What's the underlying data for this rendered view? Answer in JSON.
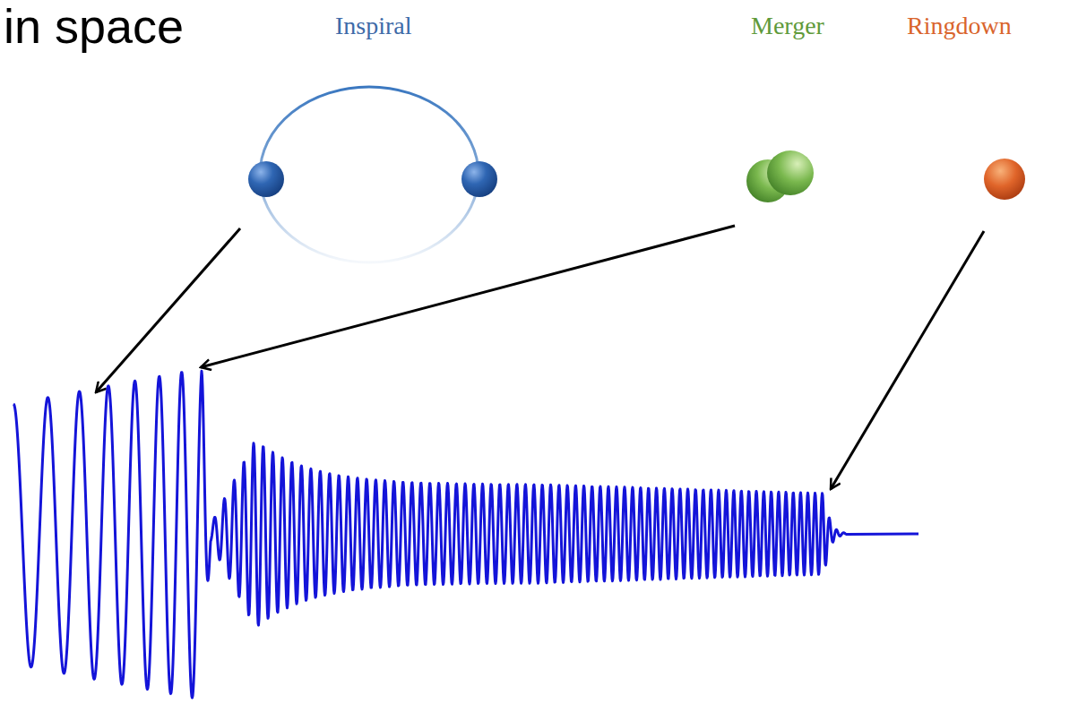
{
  "diagram": {
    "title": "in space",
    "labels": [
      "Inspiral",
      "Merger",
      "Ringdown"
    ]
  }
}
